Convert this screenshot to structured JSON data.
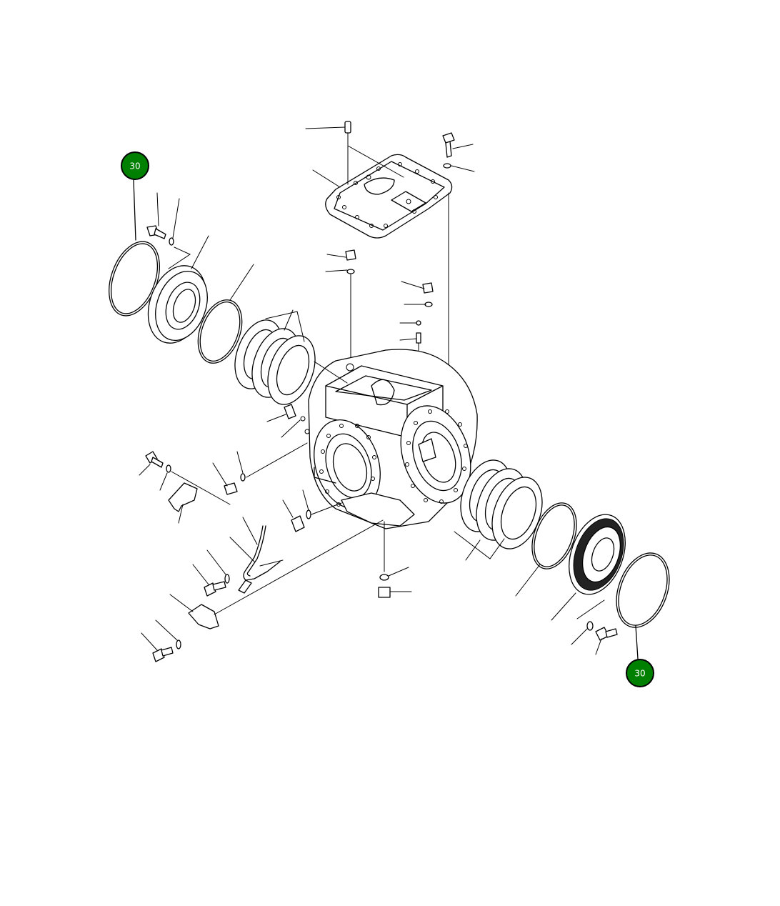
{
  "callouts": [
    {
      "id": "callout-top-left",
      "label": "30",
      "color": "#008000"
    },
    {
      "id": "callout-bottom-right",
      "label": "30",
      "color": "#008000"
    }
  ]
}
